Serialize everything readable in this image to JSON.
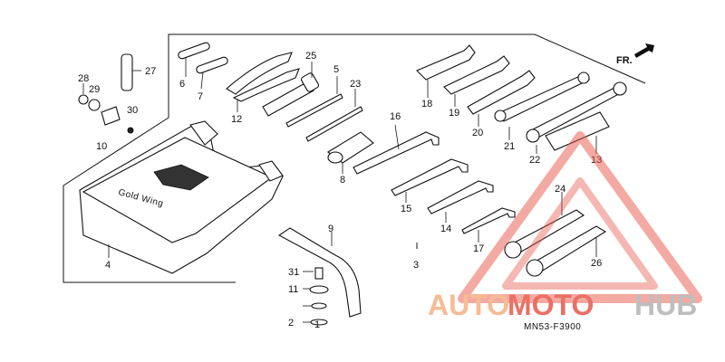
{
  "diagram": {
    "direction_label": "FR.",
    "drawing_code": "MN53-F3900",
    "logo_script": "Gold Wing",
    "callouts": [
      {
        "id": "c1",
        "text": "1"
      },
      {
        "id": "c2",
        "text": "2"
      },
      {
        "id": "c3",
        "text": "3"
      },
      {
        "id": "c4",
        "text": "4"
      },
      {
        "id": "c5",
        "text": "5"
      },
      {
        "id": "c6",
        "text": "6"
      },
      {
        "id": "c7",
        "text": "7"
      },
      {
        "id": "c8",
        "text": "8"
      },
      {
        "id": "c9",
        "text": "9"
      },
      {
        "id": "c10",
        "text": "10"
      },
      {
        "id": "c11",
        "text": "11"
      },
      {
        "id": "c12",
        "text": "12"
      },
      {
        "id": "c13",
        "text": "13"
      },
      {
        "id": "c14",
        "text": "14"
      },
      {
        "id": "c15",
        "text": "15"
      },
      {
        "id": "c16",
        "text": "16"
      },
      {
        "id": "c17",
        "text": "17"
      },
      {
        "id": "c18",
        "text": "18"
      },
      {
        "id": "c19",
        "text": "19"
      },
      {
        "id": "c20",
        "text": "20"
      },
      {
        "id": "c21",
        "text": "21"
      },
      {
        "id": "c22",
        "text": "22"
      },
      {
        "id": "c23",
        "text": "23"
      },
      {
        "id": "c24",
        "text": "24"
      },
      {
        "id": "c25",
        "text": "25"
      },
      {
        "id": "c26",
        "text": "26"
      },
      {
        "id": "c27",
        "text": "27"
      },
      {
        "id": "c28",
        "text": "28"
      },
      {
        "id": "c29",
        "text": "29"
      },
      {
        "id": "c30",
        "text": "30"
      },
      {
        "id": "c31",
        "text": "31"
      }
    ]
  },
  "watermark": {
    "part1": "AUTO",
    "part2": "MOTO",
    "part3": "HUB",
    "color_orange": "#f4b183",
    "color_red": "#e8584a",
    "color_gray": "#b3b3b3"
  }
}
